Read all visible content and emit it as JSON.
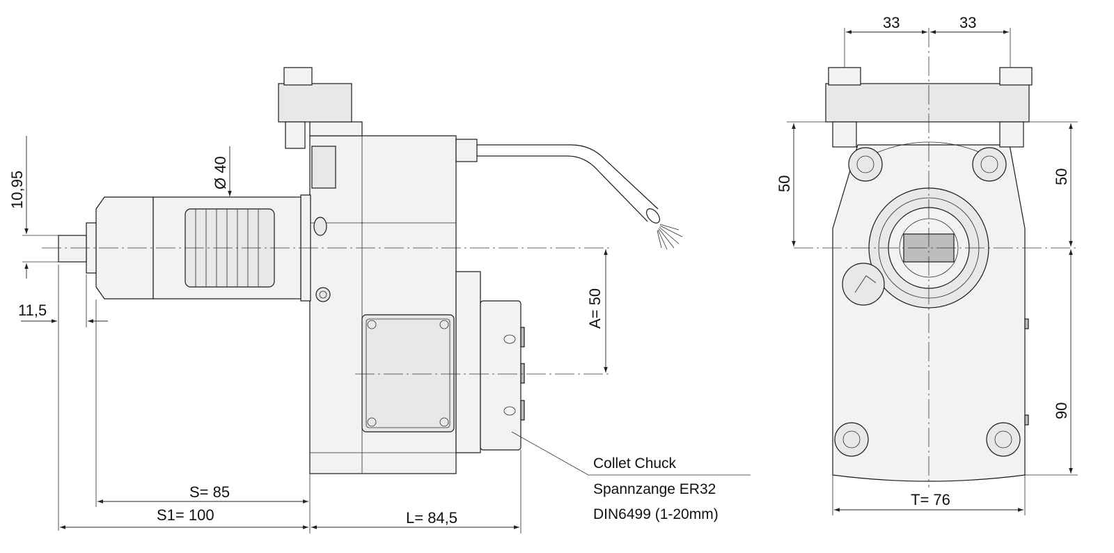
{
  "side_view": {
    "dims": {
      "d1095": "10,95",
      "diameter": "Ø 40",
      "d115": "11,5",
      "a": "A= 50",
      "s": "S= 85",
      "s1": "S1= 100",
      "l": "L= 84,5"
    },
    "callout": {
      "line1": "Collet Chuck",
      "line2": "Spannzange ER32",
      "line3": "DIN6499 (1-20mm)"
    }
  },
  "front_view": {
    "dims": {
      "top_left": "33",
      "top_right": "33",
      "left_50": "50",
      "right_50": "50",
      "right_90": "90",
      "t": "T= 76"
    }
  }
}
